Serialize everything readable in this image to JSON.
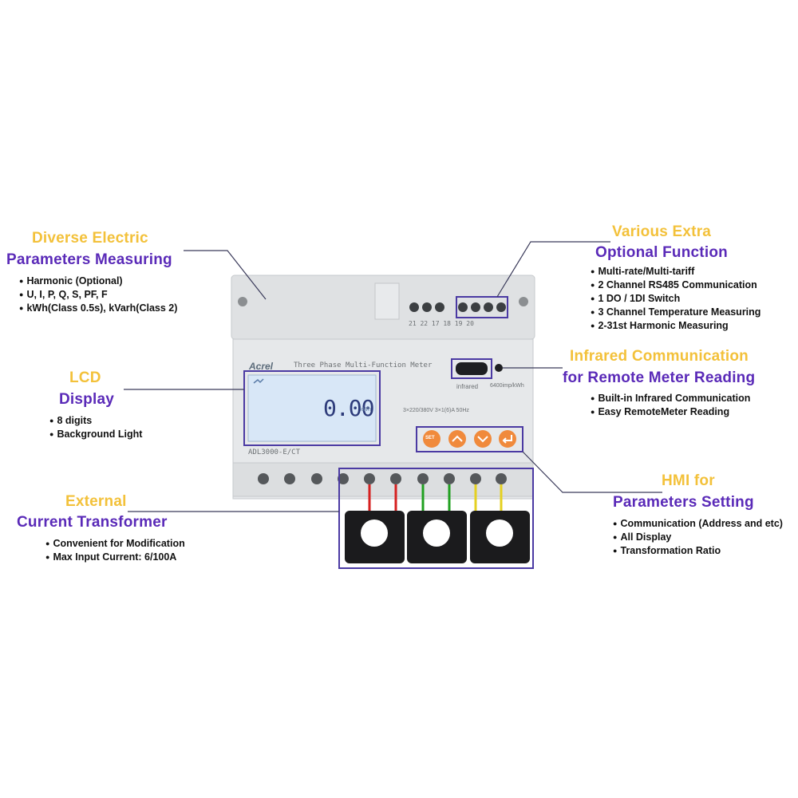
{
  "callouts": {
    "diverse": {
      "line1": "Diverse Electric",
      "line2": "Parameters Measuring",
      "bullets": [
        "Harmonic (Optional)",
        "U, I, P, Q, S, PF, F",
        "kWh(Class 0.5s), kVarh(Class 2)"
      ]
    },
    "extra": {
      "line1": "Various Extra",
      "line2": "Optional Function",
      "bullets": [
        "Multi-rate/Multi-tariff",
        "2 Channel RS485 Communication",
        "1 DO / 1DI Switch",
        "3 Channel Temperature Measuring",
        "2-31st Harmonic Measuring"
      ]
    },
    "lcd": {
      "line1": "LCD",
      "line2": "Display",
      "bullets": [
        "8 digits",
        "Background Light"
      ]
    },
    "infrared": {
      "line1": "Infrared Communication",
      "line2": "for Remote Meter Reading",
      "bullets": [
        "Built-in Infrared Communication",
        "Easy RemoteMeter Reading"
      ]
    },
    "ct": {
      "line1": "External",
      "line2": "Current Transformer",
      "bullets": [
        "Convenient for Modification",
        "Max Input Current: 6/100A"
      ]
    },
    "hmi": {
      "line1": "HMI for",
      "line2": "Parameters Setting",
      "bullets": [
        "Communication (Address and etc)",
        "All Display",
        "Transformation Ratio"
      ]
    }
  },
  "meter": {
    "brand": "Acrel",
    "title": "Three Phase Multi-Function Meter",
    "model": "ADL3000-E/CT",
    "lcd_value": "0.00",
    "lcd_unit": "kWh",
    "terminal_labels": "21 22 17 18 19 20",
    "infrared_label": "infrared",
    "imp_label": "6400imp/kWh",
    "rating": "3×220/380V 3×1(6)A 50Hz",
    "buttons": [
      "SET",
      "up-arrow",
      "down-arrow",
      "enter"
    ]
  },
  "colors": {
    "yellow_heading": "#f3c13a",
    "purple_heading": "#5a2ab8",
    "frame": "#4b3aa3",
    "button": "#f08a3c"
  }
}
